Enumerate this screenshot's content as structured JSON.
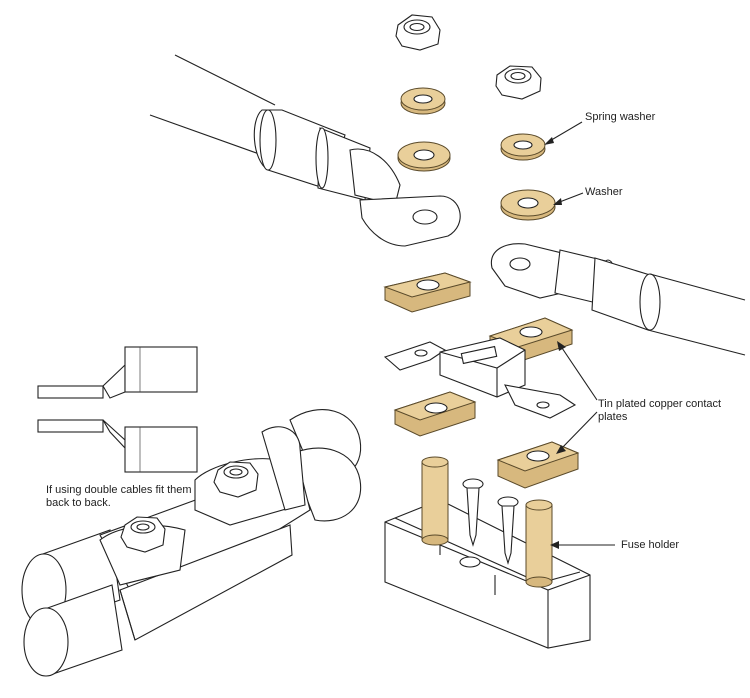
{
  "labels": {
    "spring_washer": "Spring washer",
    "washer": "Washer",
    "contact_plates": "Tin plated copper contact plates",
    "fuse_holder": "Fuse holder",
    "double_cables": "If using double cables fit them back to back."
  },
  "colors": {
    "copper_fill": "#e9cf9a",
    "copper_edge": "#d7b87e",
    "line": "#222222"
  }
}
